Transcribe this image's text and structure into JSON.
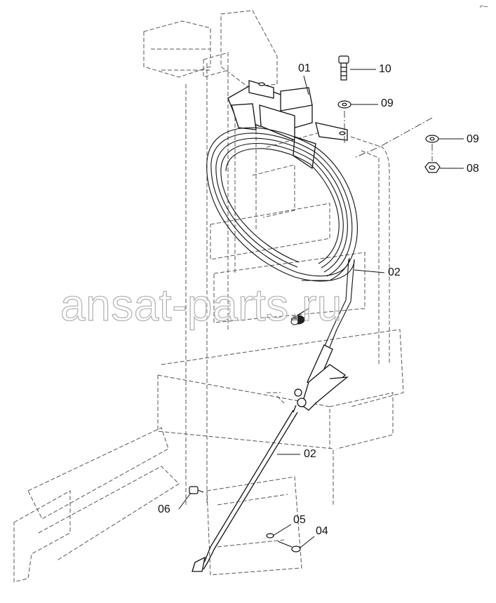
{
  "diagram": {
    "callouts": [
      {
        "id": "c10",
        "label": "10"
      },
      {
        "id": "c01",
        "label": "01"
      },
      {
        "id": "c09a",
        "label": "09"
      },
      {
        "id": "c09b",
        "label": "09"
      },
      {
        "id": "c08",
        "label": "08"
      },
      {
        "id": "c02a",
        "label": "02"
      },
      {
        "id": "c02b",
        "label": "02"
      },
      {
        "id": "c06",
        "label": "06"
      },
      {
        "id": "c05",
        "label": "05"
      },
      {
        "id": "c04",
        "label": "04"
      }
    ],
    "watermark": "ansat-parts.ru",
    "corner_mark": "⌐–",
    "colors": {
      "line": "#111111",
      "hidden": "#555555",
      "watermark_stroke": "#b4b4b4"
    }
  }
}
